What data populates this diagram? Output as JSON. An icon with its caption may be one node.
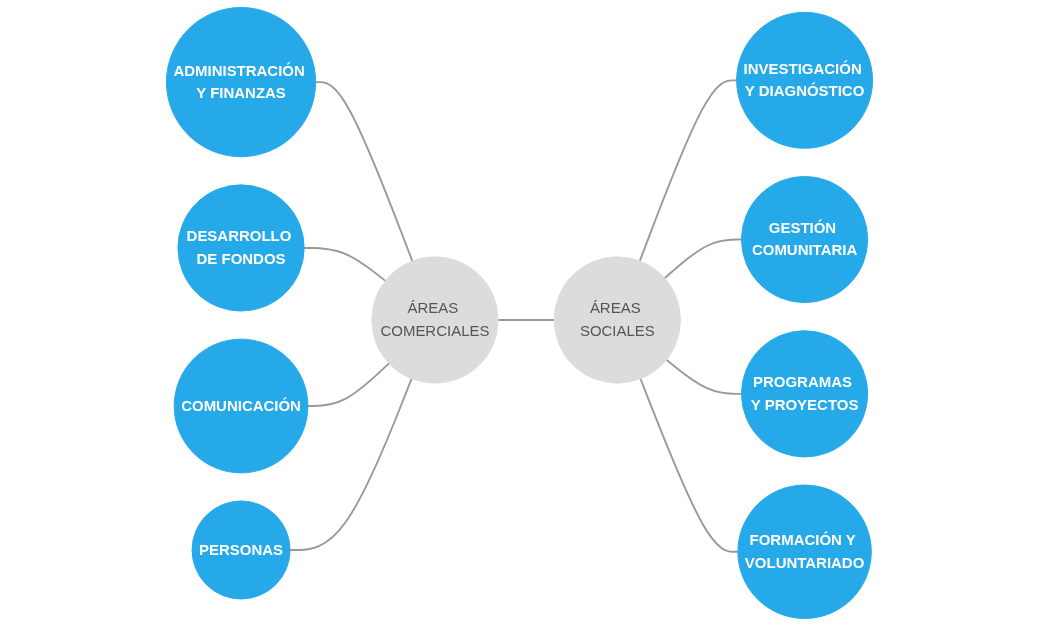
{
  "diagram": {
    "nodes": [
      {
        "text": [
          "ADMINISTRACIÓN Y FINANZAS"
        ]
      },
      {
        "text": [
          "INVESTIGACIÓN Y DIAGNÓSTICO"
        ]
      },
      {
        "text": [
          "DESARROLLO DE FONDOS"
        ]
      },
      {
        "text": [
          "GESTIÓN COMUNITARIA"
        ]
      },
      {
        "text": [
          "ÁREAS COMERCIALES"
        ]
      },
      {
        "text": [
          "ÁREAS SOCIALES"
        ]
      },
      {
        "text": [
          "COMUNICACIÓN"
        ]
      },
      {
        "text": [
          "PROGRAMAS Y PROYECTOS"
        ]
      },
      {
        "text": [
          "PERSONAS"
        ]
      },
      {
        "text": [
          "FORMACIÓN Y VOLUNTARIADO"
        ]
      }
    ],
    "edges": [
      {
        "from": 0,
        "to": 4,
        "arrow": "none"
      },
      {
        "from": 2,
        "to": 4,
        "arrow": "none"
      },
      {
        "from": 6,
        "to": 4,
        "arrow": "none"
      },
      {
        "from": 8,
        "to": 4,
        "arrow": "none"
      },
      {
        "from": 4,
        "to": 5,
        "arrow": "none"
      },
      {
        "from": 5,
        "to": 1,
        "arrow": "none"
      },
      {
        "from": 5,
        "to": 3,
        "arrow": "none"
      },
      {
        "from": 5,
        "to": 7,
        "arrow": "none"
      },
      {
        "from": 5,
        "to": 9,
        "arrow": "none"
      }
    ]
  }
}
